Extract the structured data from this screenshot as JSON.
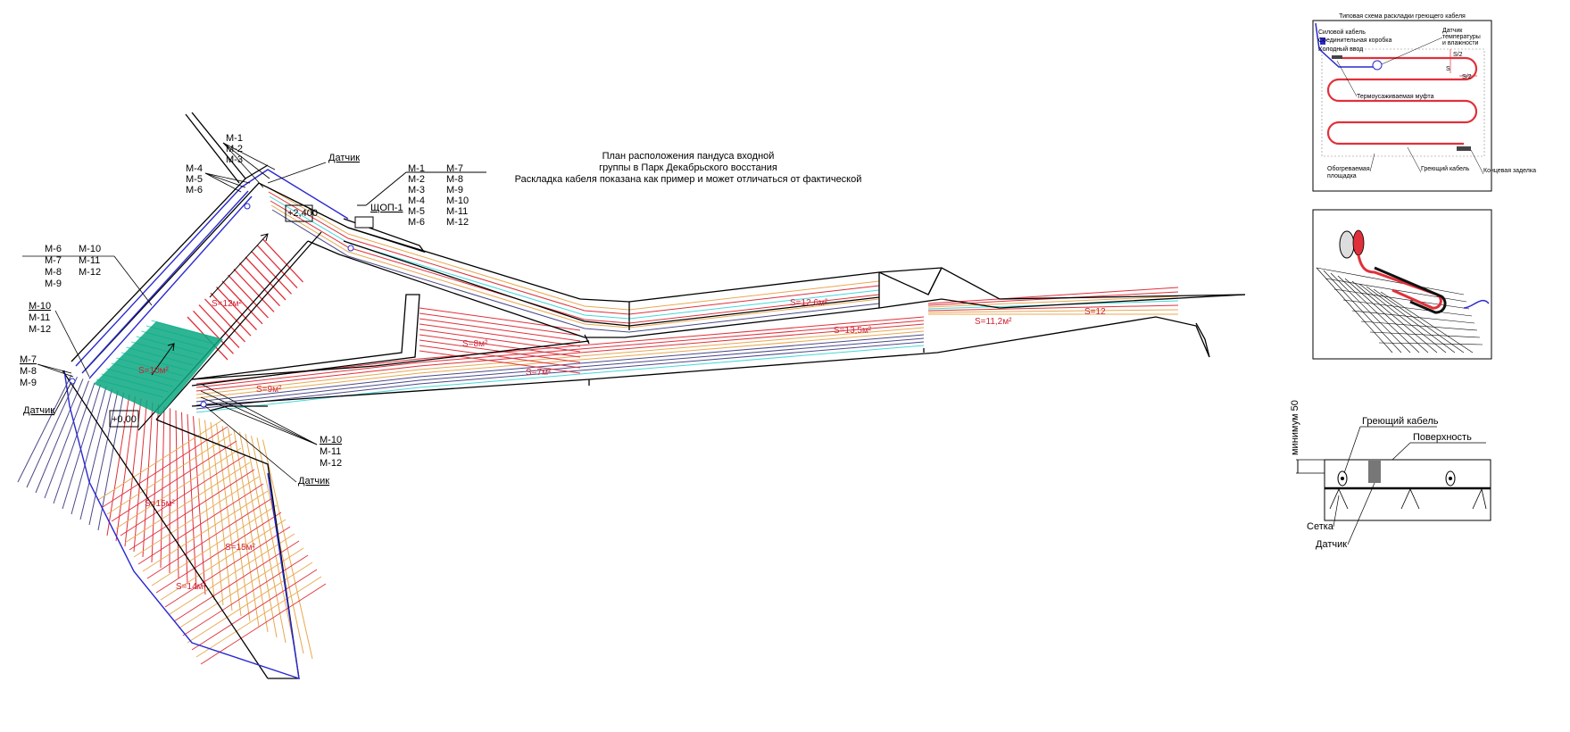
{
  "colors": {
    "cable_red": "#e0303a",
    "cable_cyan": "#45d8d8",
    "cable_orange": "#e8a850",
    "cable_navy": "#4a4a8a",
    "boundary_blue": "#2a2ad0",
    "zone_green": "#0aa880",
    "outline": "#000000"
  },
  "title": {
    "line1": "План расположения пандуса входной",
    "line2": "группы в Парк Декабрьского восстания",
    "line3": "Раскладка кабеля показана как пример и может отличаться от фактической"
  },
  "legend_top": {
    "col1": [
      "М-1",
      "М-2",
      "М-3",
      "М-4",
      "М-5",
      "М-6"
    ],
    "col2": [
      "М-7",
      "М-8",
      "М-9",
      "М-10",
      "М-11",
      "М-12"
    ]
  },
  "labels": {
    "m1": "М-1",
    "m2": "М-2",
    "m3": "М-3",
    "m4": "М-4",
    "m5": "М-5",
    "m6": "М-6",
    "datchik_top": "Датчик",
    "shchop": "ЩОП-1",
    "elev_top": "+2,400",
    "elev_bottom": "+0,00",
    "left_group": {
      "a1": "М-6",
      "a2": "М-7",
      "a3": "М-8",
      "a4": "М-9",
      "b1": "М-10",
      "b2": "М-11",
      "b3": "М-12"
    },
    "mid_left": {
      "a": "М-10",
      "b": "М-11",
      "c": "М-12"
    },
    "low_left": {
      "a": "М-7",
      "b": "М-8",
      "c": "М-9"
    },
    "datchik_left": "Датчик",
    "bottom_group": {
      "a": "М-10",
      "b": "М-11",
      "c": "М-12"
    },
    "datchik_bottom": "Датчик"
  },
  "areas": {
    "s12": "S=12м²",
    "s10": "S=10м²",
    "s8": "S=8м²",
    "s9": "S=9м²",
    "s7": "S=7м²",
    "s126": "S=12,6м²",
    "s135": "S=13,5м²",
    "s112": "S=11,2м²",
    "s12b": "S=12",
    "s15a": "S=15м²",
    "s15b": "S=15м²",
    "s14": "S=14м²"
  },
  "inset_schema": {
    "title": "Типовая схема раскладки греющего кабеля",
    "power_cable": "Силовой кабель",
    "junction_box": "Соединительная коробка",
    "cold_lead": "Холодный ввод",
    "sensor": "Датчик",
    "sensor_2": "температуры",
    "sensor_3": "и влажности",
    "shrink_sleeve": "Термоусаживаемая муфта",
    "heated_area": "Обогреваемая",
    "heated_area_2": "площадка",
    "heating_cable": "Греющий кабель",
    "end_seal": "Концевая заделка",
    "s": "S",
    "s2a": "S/2",
    "s2b": "S/2"
  },
  "inset_section": {
    "min_label": "минимум 50",
    "heating_cable": "Греющий кабель",
    "surface": "Поверхность",
    "mesh": "Сетка",
    "sensor": "Датчик"
  }
}
